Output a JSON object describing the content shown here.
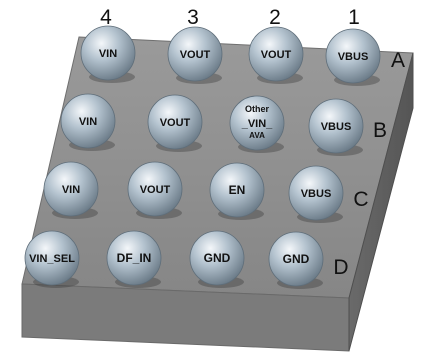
{
  "columns": [
    "4",
    "3",
    "2",
    "1"
  ],
  "rows": [
    "A",
    "B",
    "C",
    "D"
  ],
  "balls": [
    [
      {
        "pin": "VIN"
      },
      {
        "pin": "VOUT"
      },
      {
        "pin": "VOUT"
      },
      {
        "pin": "VBUS"
      }
    ],
    [
      {
        "pin": "VIN"
      },
      {
        "pin": "VOUT"
      },
      {
        "pin": "_VIN_",
        "top": "Other",
        "bottom": "AVA"
      },
      {
        "pin": "VBUS"
      }
    ],
    [
      {
        "pin": "VIN"
      },
      {
        "pin": "VOUT"
      },
      {
        "pin": "EN"
      },
      {
        "pin": "VBUS"
      }
    ],
    [
      {
        "pin": "VIN_SEL"
      },
      {
        "pin": "DF_IN"
      },
      {
        "pin": "GND"
      },
      {
        "pin": "GND"
      }
    ]
  ],
  "colors": {
    "package_top": "#8e8e8e",
    "package_front": "#7a7a7a",
    "package_side": "#5c5c5c",
    "ball_highlight": "#f2f6f9",
    "ball_mid": "#aebdc9",
    "ball_shadow": "#6b7b88"
  }
}
